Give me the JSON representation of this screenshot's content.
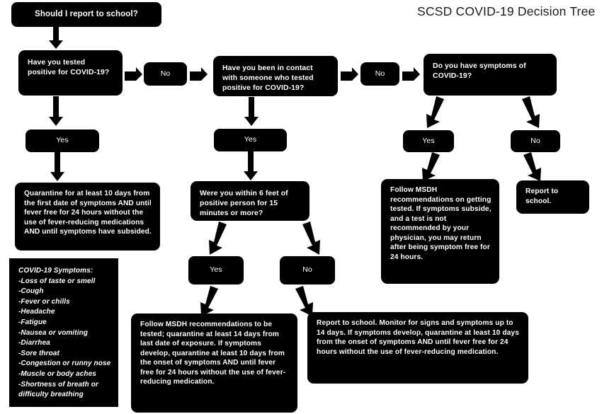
{
  "page": {
    "title": "SCSD COVID-19 Decision Tree",
    "background_color": "#ffffff",
    "node_fill_color": "#000000",
    "node_text_color": "#ffffff",
    "title_color": "#1a1a1a"
  },
  "nodes": {
    "start": "Should I report to school?",
    "q_tested_positive": "Have you tested positive for COVID-19?",
    "no_1": "No",
    "q_contact": "Have you been in contact with someone who tested positive for COVID-19?",
    "no_2": "No",
    "q_symptoms": "Do you have symptoms of COVID-19?",
    "yes_left": "Yes",
    "yes_middle": "Yes",
    "yes_right": "Yes",
    "no_right": "No",
    "outcome_quarantine": "Quarantine for at least 10 days from the first date of symptoms AND until fever free for 24 hours without the use of fever-reducing medications AND until symptoms have subsided.",
    "q_six_feet": "Were you within 6 feet of positive person for 15 minutes or more?",
    "yes_six_feet": "Yes",
    "no_six_feet": "No",
    "outcome_msdh_symptoms": "Follow MSDH recommendations on getting tested.  If symptoms subside, and a test is not recommended by your physician, you may return after being symptom free for 24 hours.",
    "outcome_report_school_short": "Report to school.",
    "outcome_msdh_exposure": "Follow MSDH recommendations to be tested; quarantine at least 14 days from last date of exposure.  If symptoms develop, quarantine at least 10 days from the onset of symptoms AND until fever free for 24 hours without the use of fever-reducing medication.",
    "outcome_report_monitor": "Report to school.  Monitor for signs and symptoms up to 14 days.   If symptoms develop, quarantine at least 10 days from the onset of symptoms AND until fever free for 24 hours without the use of fever-reducing medication."
  },
  "symptoms_panel": {
    "heading": "COVID-19 Symptoms:",
    "items": [
      "-Loss of taste or smell",
      "-Cough",
      "-Fever or chills",
      "-Headache",
      "-Fatigue",
      "-Nausea or vomiting",
      "-Diarrhea",
      "-Sore throat",
      "-Congestion or runny nose",
      "-Muscle or body aches",
      "-Shortness of breath or",
      "difficulty breathing"
    ]
  },
  "arrows": {
    "start_to_tested": "down-arrow-icon",
    "tested_to_no1": "right-arrow-icon",
    "no1_to_contact": "right-arrow-icon",
    "contact_to_no2": "right-arrow-icon",
    "no2_to_symptoms": "right-arrow-icon",
    "tested_to_yes_left": "down-arrow-icon",
    "yes_left_to_quarantine": "down-arrow-icon",
    "contact_to_yes_middle": "down-arrow-icon",
    "yes_middle_to_sixfeet": "down-arrow-icon",
    "sixfeet_to_yes": "diagonal-down-left-arrow-icon",
    "sixfeet_to_no": "diagonal-down-right-arrow-icon",
    "yes_sixfeet_to_msdh": "diagonal-down-left-arrow-icon",
    "no_sixfeet_to_report": "diagonal-down-right-arrow-icon",
    "symptoms_to_yes": "diagonal-down-left-arrow-icon",
    "symptoms_to_no": "diagonal-down-right-arrow-icon",
    "yes_right_to_msdh": "diagonal-down-left-arrow-icon",
    "no_right_to_report": "diagonal-down-right-arrow-icon"
  }
}
